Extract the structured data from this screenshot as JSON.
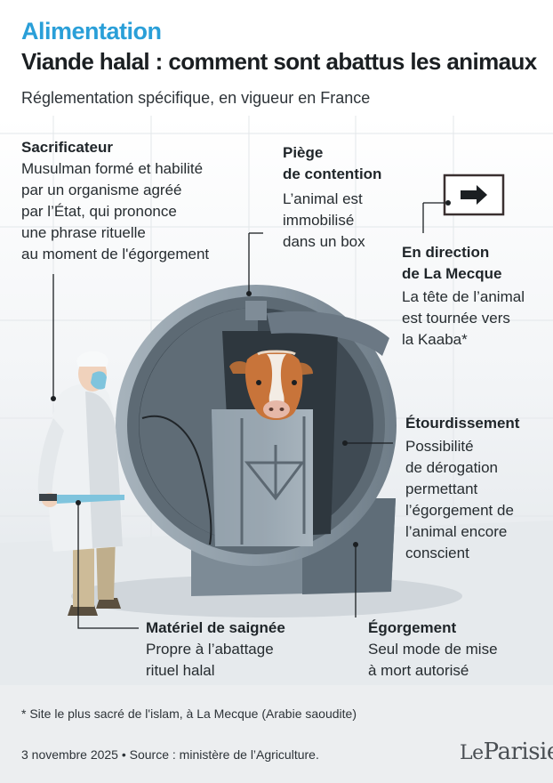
{
  "header": {
    "kicker": "Alimentation",
    "title": "Viande halal : comment sont abattus les animaux",
    "subtitle": "Réglementation spécifique, en vigueur en France"
  },
  "labels": {
    "sacrificateur": {
      "heading": "Sacrificateur",
      "text": "Musulman formé et habilité\npar un organisme agréé\npar l’État, qui prononce\nune phrase rituelle\nau moment de l'égorgement"
    },
    "piege": {
      "heading": "Piège\nde contention",
      "text": "L’animal est\nimmobilisé\ndans un box"
    },
    "mecque": {
      "heading": "En direction\nde La Mecque",
      "text": "La tête de l’animal\nest tournée vers\nla Kaaba*"
    },
    "etourdissement": {
      "heading": "Étourdissement",
      "text": "Possibilité\nde dérogation\npermettant\nl’égorgement de\nl’animal encore\nconscient"
    },
    "materiel": {
      "heading": "Matériel de saignée",
      "text": "Propre à l’abattage\nrituel halal"
    },
    "egorgement": {
      "heading": "Égorgement",
      "text": "Seul mode de mise\nà mort autorisé"
    }
  },
  "footer": {
    "note": "* Site le plus sacré de l'islam, à La Mecque (Arabie saoudite)",
    "source": "3 novembre 2025 • Source : ministère de l’Agriculture.",
    "logo_le": "Le",
    "logo_parisien": "Parisien"
  },
  "colors": {
    "accent": "#2a9fd8",
    "drum": "#8c9aa6",
    "drum_dark": "#4f5c66",
    "cow": "#c8743a",
    "footer_bg": "#eceef0"
  }
}
